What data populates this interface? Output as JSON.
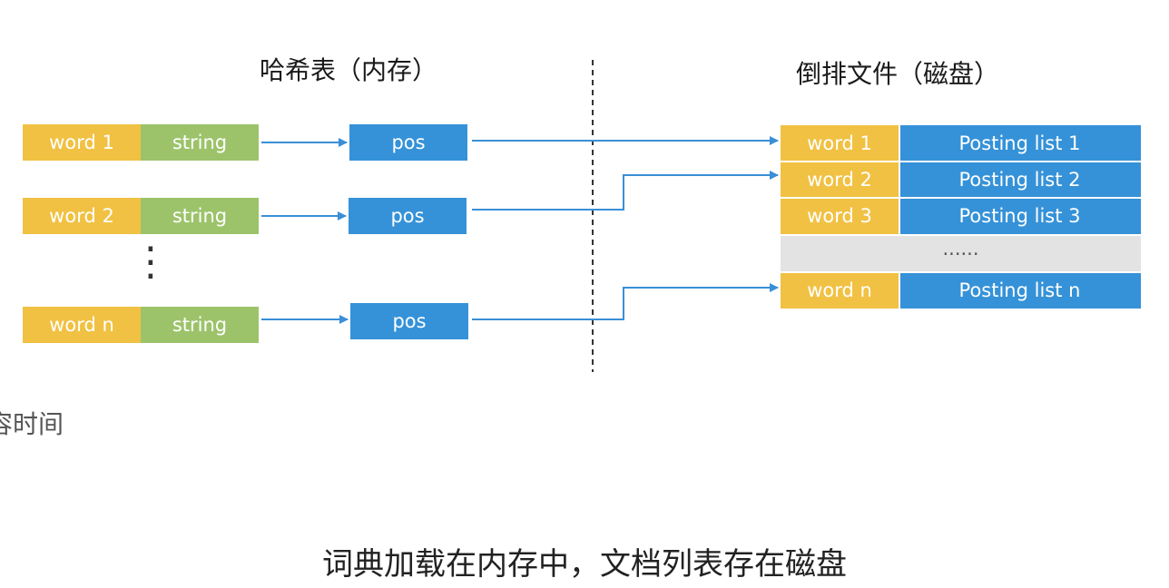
{
  "titles": {
    "left": "哈希表（内存）",
    "right": "倒排文件（磁盘）"
  },
  "hash_table": {
    "rows": [
      {
        "word": "word 1",
        "value": "string",
        "pos": "pos"
      },
      {
        "word": "word 2",
        "value": "string",
        "pos": "pos"
      },
      {
        "word": "word n",
        "value": "string",
        "pos": "pos"
      }
    ],
    "ellipsis": "⋮"
  },
  "inverted_file": {
    "rows": [
      {
        "word": "word 1",
        "posting": "Posting list 1"
      },
      {
        "word": "word 2",
        "posting": "Posting list 2"
      },
      {
        "word": "word 3",
        "posting": "Posting list 3"
      },
      {
        "word": "word n",
        "posting": "Posting list n"
      }
    ],
    "gap": "......"
  },
  "side_fragment": "容时间",
  "caption": "词典加载在内存中，文档列表存在磁盘",
  "colors": {
    "word": "#f1c143",
    "string": "#9cc36a",
    "pos": "#3592d8",
    "arrow": "#3a8fd6"
  }
}
